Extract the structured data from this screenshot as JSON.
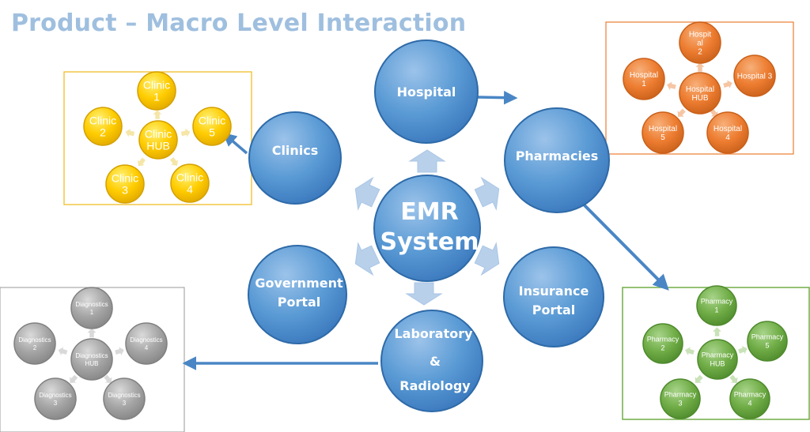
{
  "title": "Product – Macro Level Interaction",
  "center": {
    "label_line1": "EMR",
    "label_line2": "System"
  },
  "nodes": {
    "hospital": {
      "line1": "Hospital"
    },
    "clinics": {
      "line1": "Clinics"
    },
    "pharmacies": {
      "line1": "Pharmacies"
    },
    "government": {
      "line1": "Government",
      "line2": "Portal"
    },
    "insurance": {
      "line1": "Insurance",
      "line2": "Portal"
    },
    "laboratory": {
      "line1": "Laboratory",
      "line2": "&",
      "line3": "Radiology"
    }
  },
  "clusters": {
    "clinics": {
      "hub": {
        "line1": "Clinic",
        "line2": "HUB"
      },
      "items": [
        {
          "line1": "Clinic",
          "line2": "1"
        },
        {
          "line1": "Clinic",
          "line2": "2"
        },
        {
          "line1": "Clinic",
          "line2": "3"
        },
        {
          "line1": "Clinic",
          "line2": "4"
        },
        {
          "line1": "Clinic",
          "line2": "5"
        }
      ]
    },
    "hospitals": {
      "hub": {
        "line1": "Hospital",
        "line2": "HUB"
      },
      "items": [
        {
          "line1": "Hospital",
          "line2": "1"
        },
        {
          "line1": "Hospit",
          "line2": "al",
          "line3": "2"
        },
        {
          "line1": "Hospital 3"
        },
        {
          "line1": "Hospital",
          "line2": "4"
        },
        {
          "line1": "Hospital",
          "line2": "5"
        }
      ]
    },
    "pharmacies": {
      "hub": {
        "line1": "Pharmacy",
        "line2": "HUB"
      },
      "items": [
        {
          "line1": "Pharmacy",
          "line2": "1"
        },
        {
          "line1": "Pharmacy",
          "line2": "2"
        },
        {
          "line1": "Pharmacy",
          "line2": "3"
        },
        {
          "line1": "Pharmacy",
          "line2": "4"
        },
        {
          "line1": "Pharmacy",
          "line2": "5"
        }
      ]
    },
    "diagnostics": {
      "hub": {
        "line1": "Diagnostics",
        "line2": "HUB"
      },
      "items": [
        {
          "line1": "Diagnostics",
          "line2": "1"
        },
        {
          "line1": "Diagnostics",
          "line2": "2"
        },
        {
          "line1": "Diagnostics",
          "line2": "3"
        },
        {
          "line1": "Diagnostics",
          "line2": "3"
        },
        {
          "line1": "Diagnostics",
          "line2": "4"
        }
      ]
    }
  },
  "colors": {
    "blue": "#5b9bd5",
    "blue_dark": "#2e6aa8",
    "yellow": "#ffcc00",
    "orange": "#ed7d31",
    "green": "#70ad47",
    "gray": "#a5a5a5",
    "title": "#9fbfdf"
  }
}
